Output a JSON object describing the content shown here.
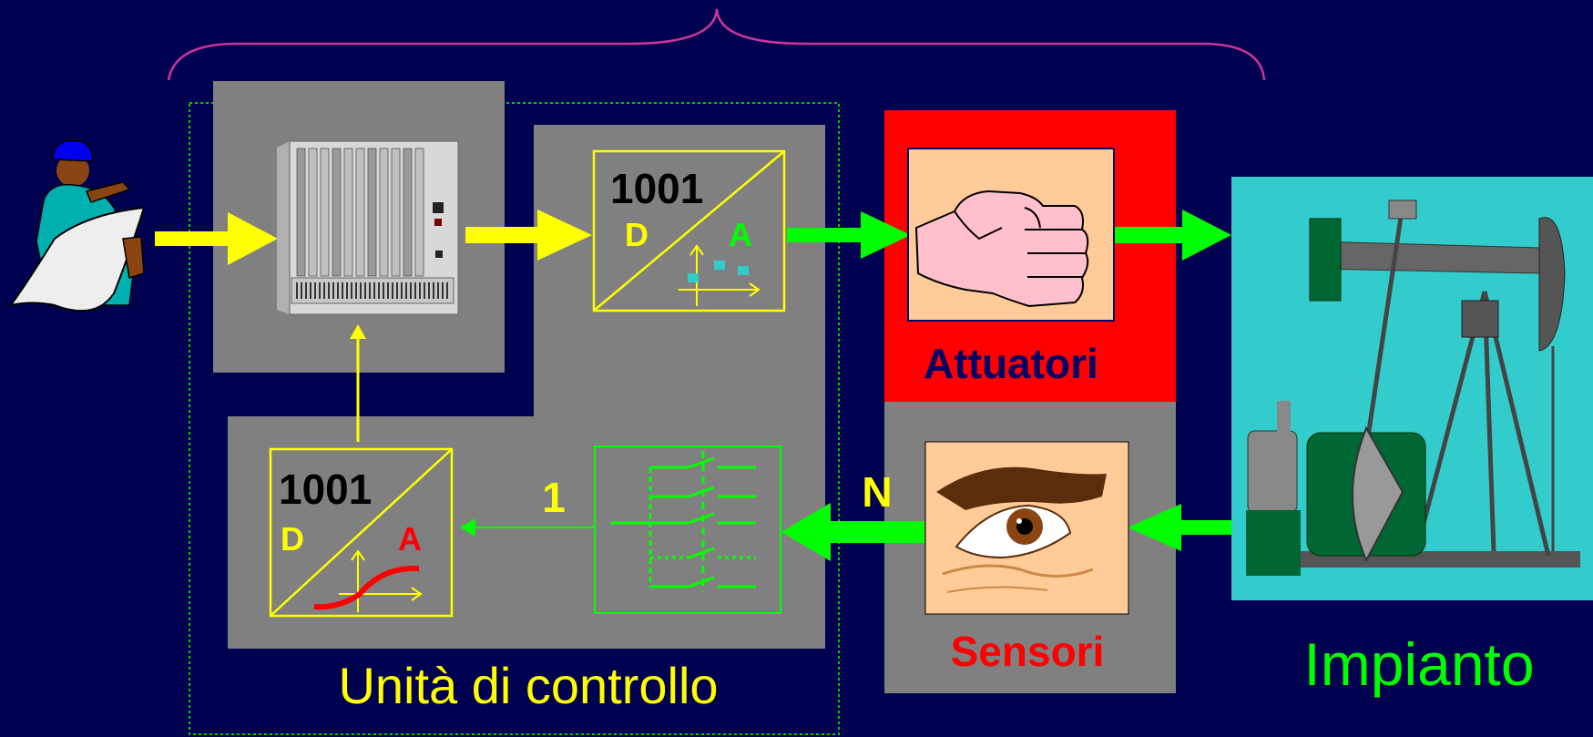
{
  "control_unit": {
    "title": "Unità di controllo",
    "da_converter": {
      "digital_value": "1001",
      "digital_label": "D",
      "analog_label": "A"
    },
    "ad_converter": {
      "digital_value": "1001",
      "digital_label": "D",
      "analog_label": "A"
    },
    "multiplexer": {
      "channel_first": "1",
      "channel_last": "N"
    }
  },
  "actuators": {
    "label": "Attuatori"
  },
  "sensors": {
    "label": "Sensori"
  },
  "plant": {
    "label": "Impianto"
  },
  "icons": {
    "operator": "engineer-with-blueprint-icon",
    "controller": "rack-computer-icon",
    "actuator": "fist-icon",
    "sensor": "eye-icon",
    "plant": "oil-pump-jack-icon"
  },
  "colors": {
    "background": "#000050",
    "panel": "#808080",
    "actuator_panel": "#ff0000",
    "plant_panel": "#33cccc",
    "signal_digital": "#ffff00",
    "signal_analog": "#00ff00",
    "brace": "#cc3399",
    "actuators_text": "#000066",
    "sensors_text": "#ff0000"
  }
}
